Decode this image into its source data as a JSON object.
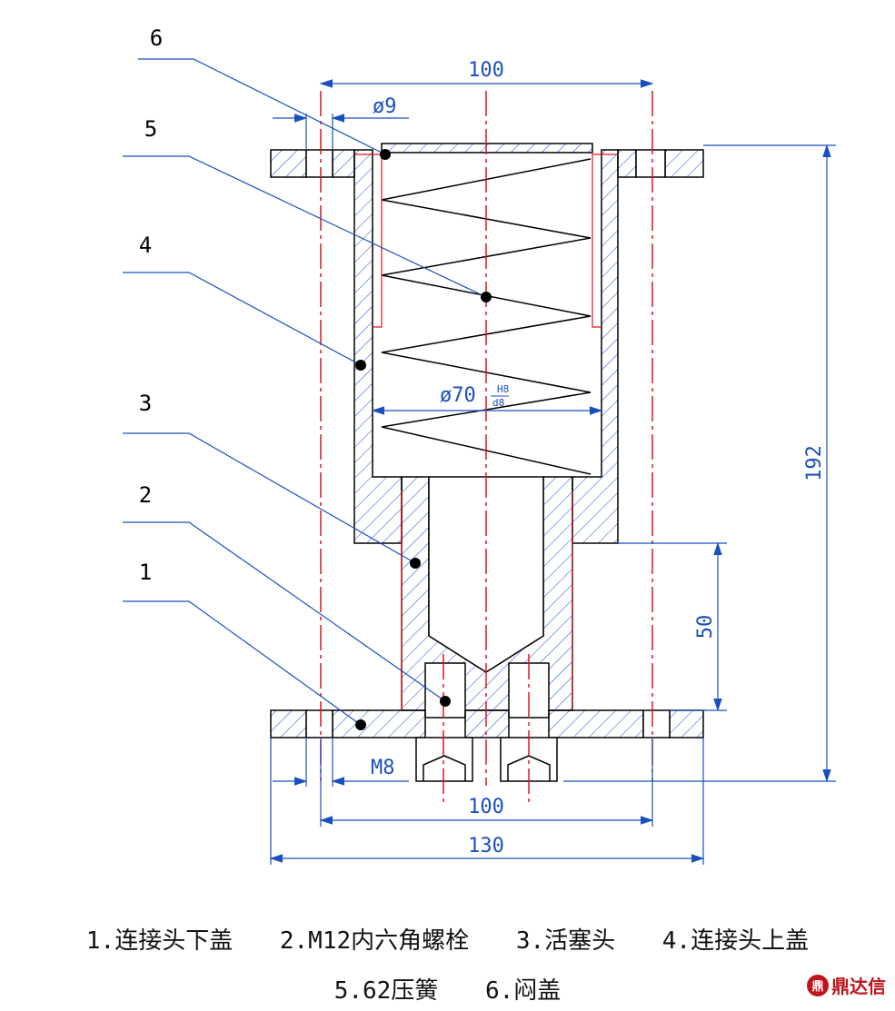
{
  "dimensions": {
    "top_width": "100",
    "hole_dia": "ø9",
    "bore_dia": "ø70",
    "fit_upper": "H8",
    "fit_lower": "d8",
    "height_total": "192",
    "height_lower": "50",
    "thread": "M8",
    "bottom_width_inner": "100",
    "bottom_width_outer": "130"
  },
  "leaders": [
    "1",
    "2",
    "3",
    "4",
    "5",
    "6"
  ],
  "captions": {
    "line1": [
      "1.连接头下盖",
      "2.M12内六角螺栓",
      "3.活塞头",
      "4.连接头上盖"
    ],
    "line2": [
      "5.62压簧",
      "6.闷盖"
    ]
  },
  "logo": {
    "mark": "鼎",
    "text": "鼎达信"
  },
  "colors": {
    "outline": "#000000",
    "dimension": "#1a4fc0",
    "centerline": "#e0141c",
    "hatch": "#1a4fc0"
  }
}
